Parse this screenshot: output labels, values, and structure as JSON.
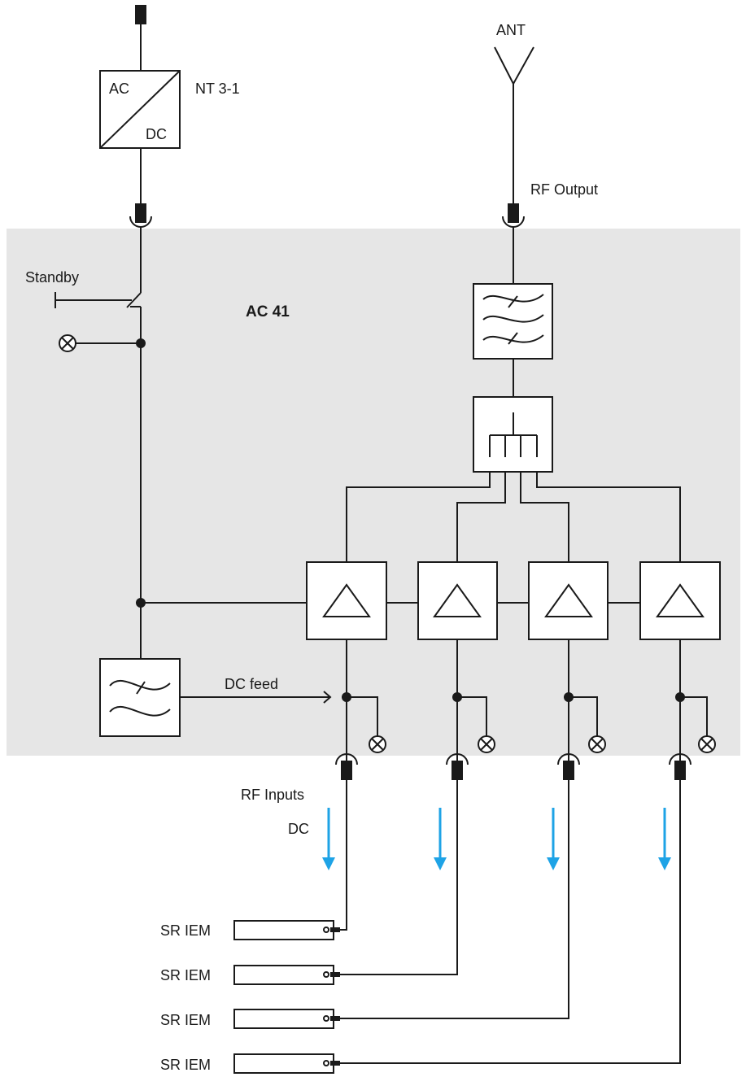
{
  "labels": {
    "nt": "NT 3-1",
    "ac": "AC",
    "dc": "DC",
    "ant": "ANT",
    "rf_output": "RF Output",
    "standby": "Standby",
    "device": "AC 41",
    "dc_feed": "DC feed",
    "rf_inputs": "RF Inputs",
    "dc_arrow": "DC",
    "sr1": "SR IEM",
    "sr2": "SR IEM",
    "sr3": "SR IEM",
    "sr4": "SR IEM"
  },
  "colors": {
    "panel": "#e6e6e6",
    "line": "#1a1a1a",
    "dc_arrow": "#1ea3e6"
  }
}
